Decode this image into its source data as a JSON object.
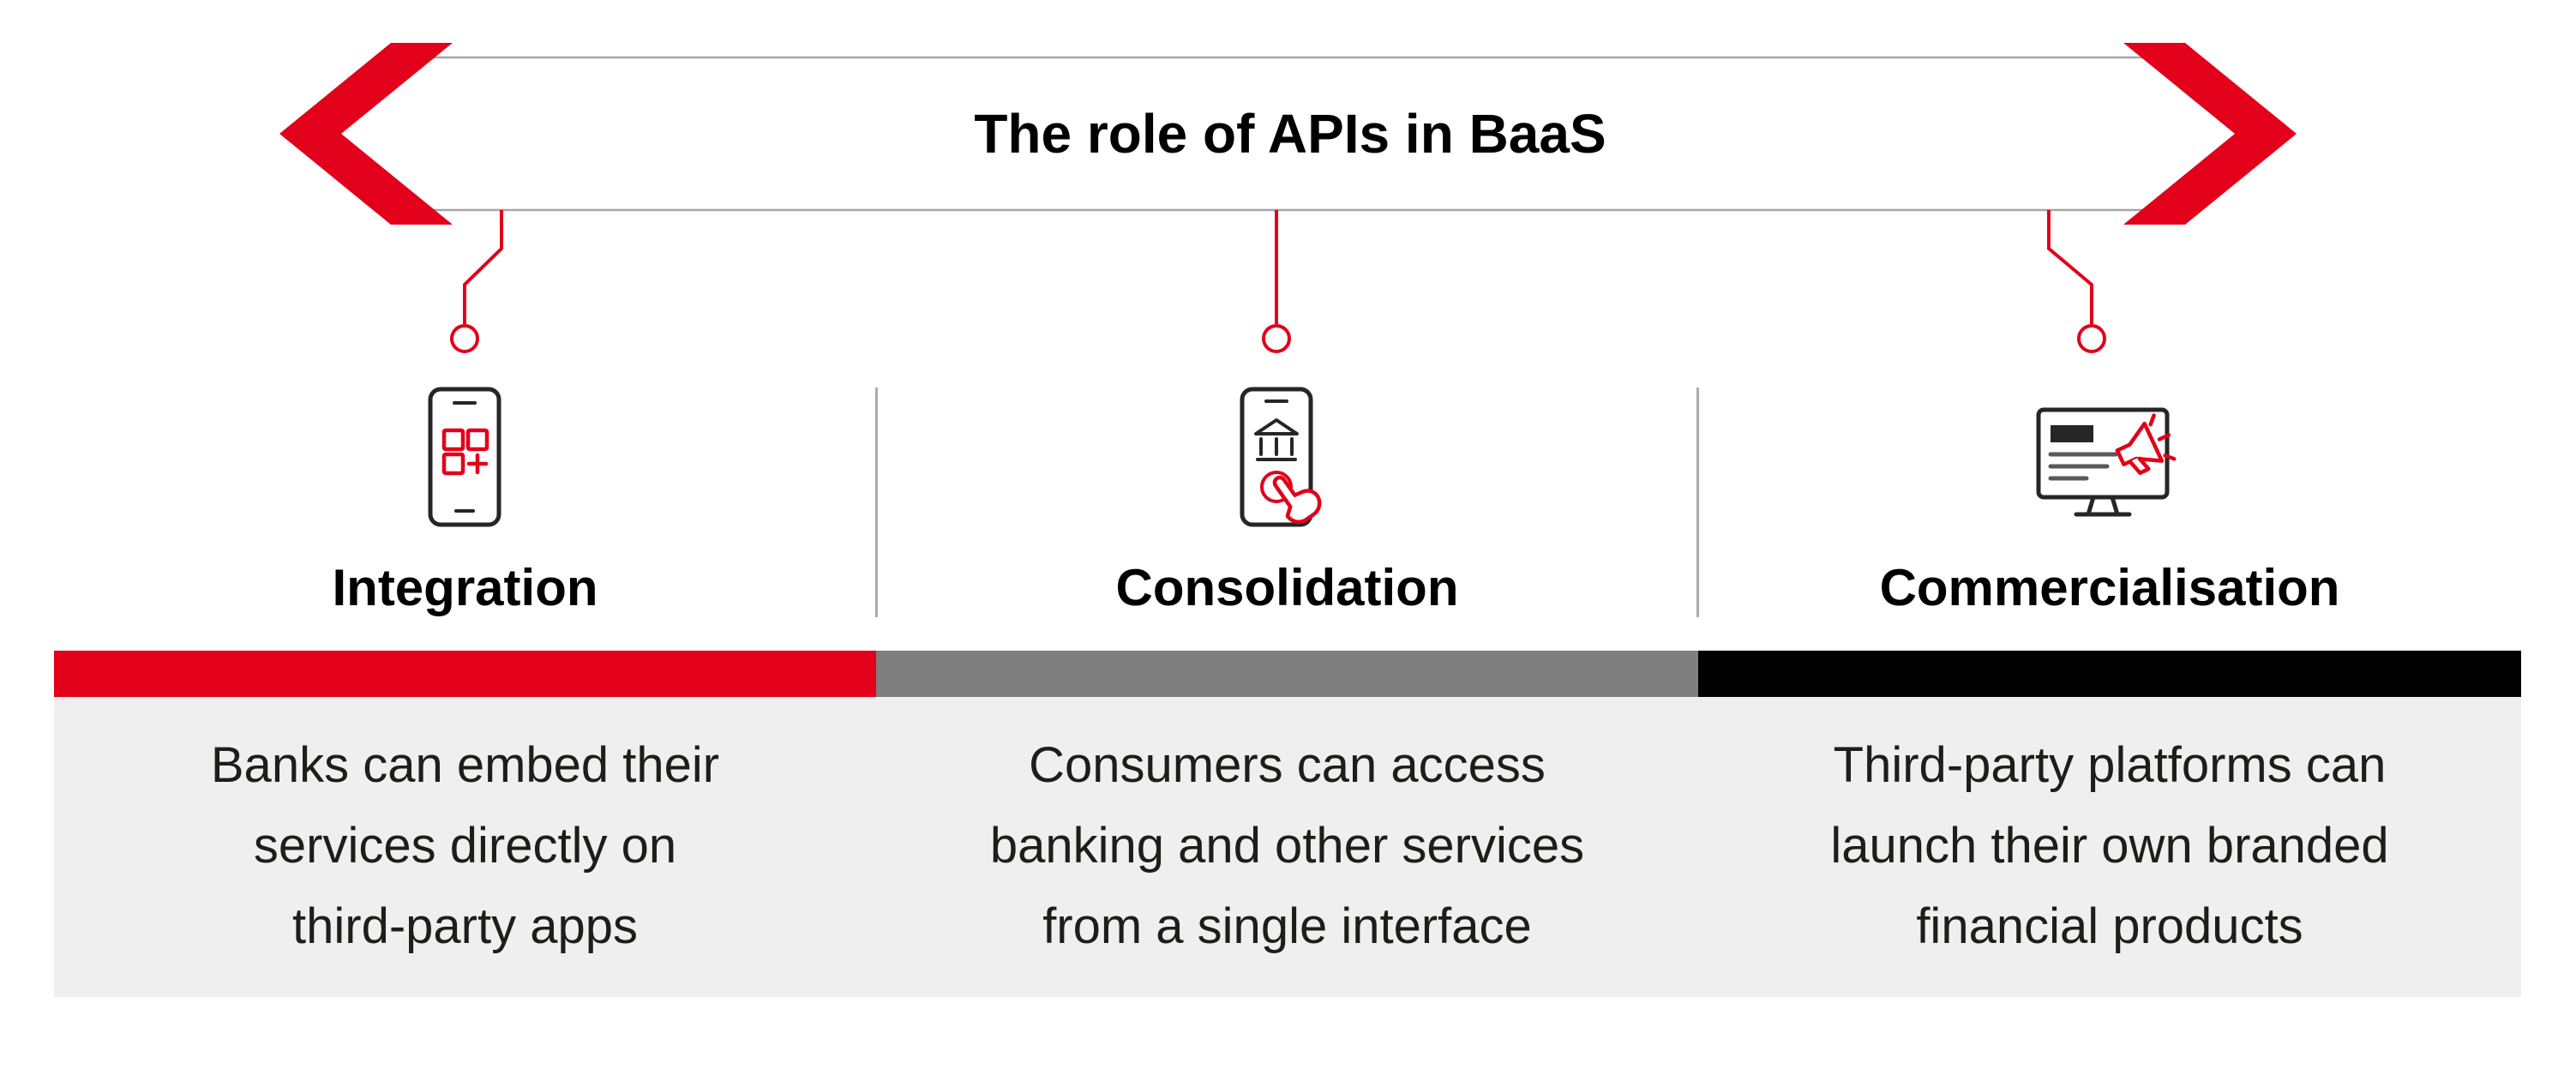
{
  "header": {
    "title": "The role of APIs in BaaS"
  },
  "colors": {
    "accent_red": "#e2001a",
    "accent_gray": "#7f7f7f",
    "accent_black": "#000000",
    "panel_bg": "#efefef",
    "icon_dark": "#262626"
  },
  "columns": [
    {
      "title": "Integration",
      "icon": "smartphone-apps-icon",
      "accent": "#e2001a",
      "lines": [
        "Banks can embed their",
        "services directly on",
        "third-party apps"
      ]
    },
    {
      "title": "Consolidation",
      "icon": "smartphone-bank-tap-icon",
      "accent": "#7f7f7f",
      "lines": [
        "Consumers can access",
        "banking and other services",
        "from a single interface"
      ]
    },
    {
      "title": "Commercialisation",
      "icon": "monitor-megaphone-icon",
      "accent": "#000000",
      "lines": [
        "Third-party platforms can",
        "launch their own branded",
        "financial products"
      ]
    }
  ]
}
